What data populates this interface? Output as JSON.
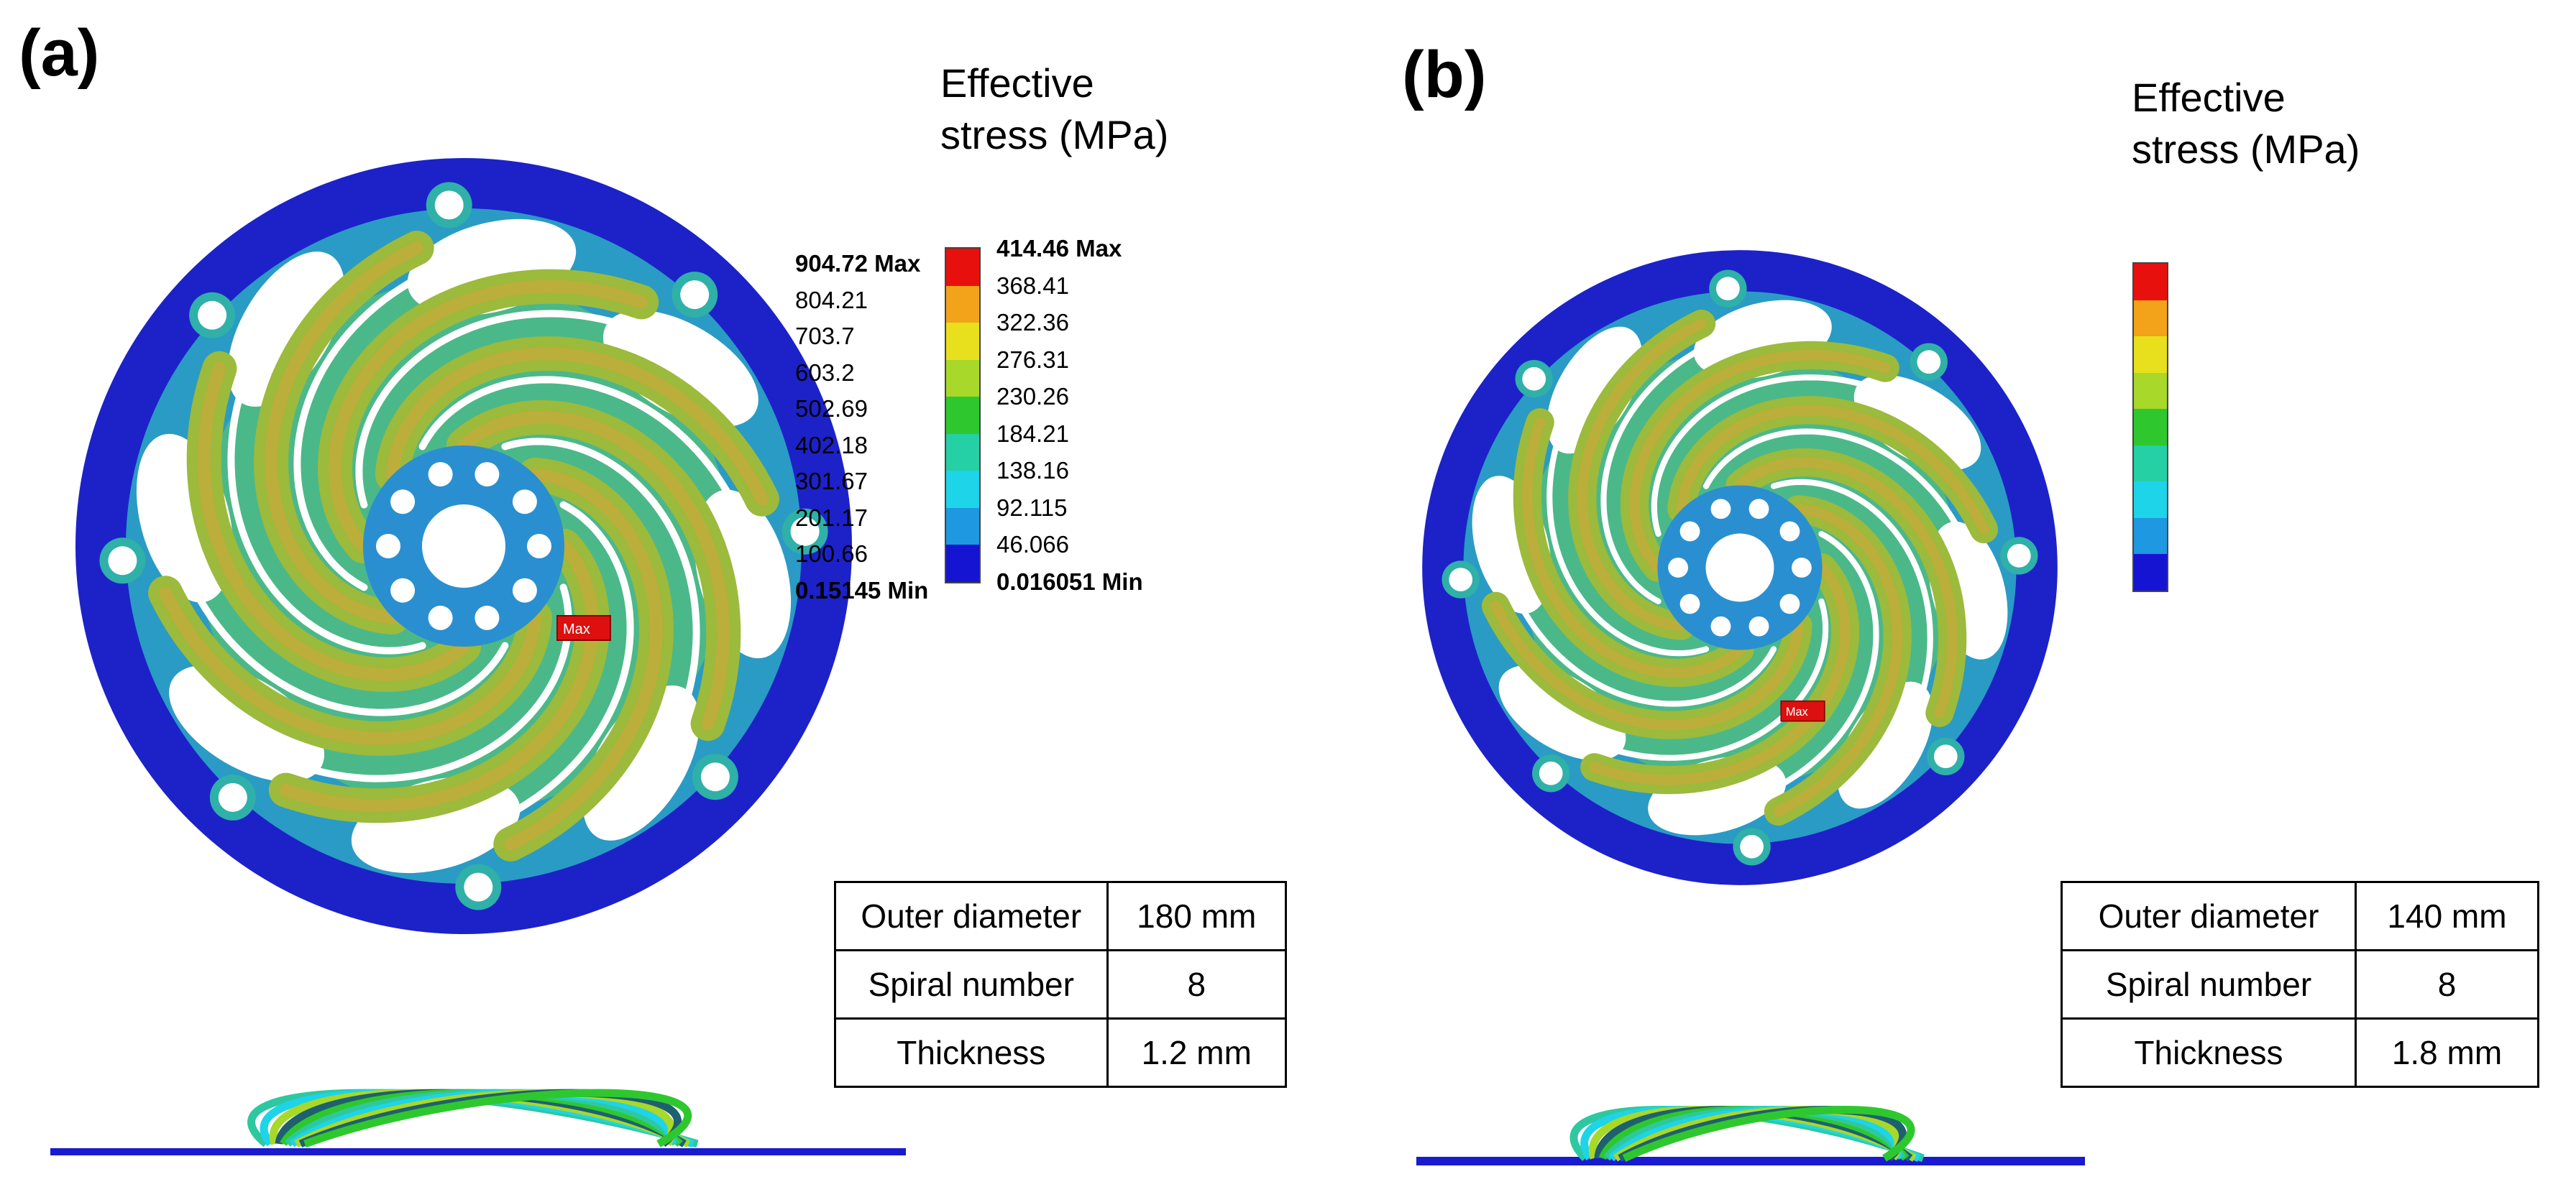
{
  "panels": [
    {
      "label": "(a)",
      "legend": {
        "title_line1": "Effective",
        "title_line2": "stress (MPa)",
        "max_label": "414.46 Max",
        "values": [
          "368.41",
          "322.36",
          "276.31",
          "230.26",
          "184.21",
          "138.16",
          "92.115",
          "46.066"
        ],
        "min_label": "0.016051 Min",
        "colors": [
          "#e8100c",
          "#f2a31a",
          "#e8e01c",
          "#a8d82a",
          "#2ec82e",
          "#24d0a4",
          "#1ed4e8",
          "#1e98e0",
          "#1414d2"
        ]
      },
      "max_marker": "Max",
      "params": [
        {
          "name": "Outer diameter",
          "value": "180 mm"
        },
        {
          "name": "Spiral number",
          "value": "8"
        },
        {
          "name": "Thickness",
          "value": "1.2 mm"
        }
      ]
    },
    {
      "label": "(b)",
      "legend": {
        "title_line1": "Effective",
        "title_line2": "stress (MPa)",
        "max_label": "904.72 Max",
        "values": [
          "804.21",
          "703.7",
          "603.2",
          "502.69",
          "402.18",
          "301.67",
          "201.17",
          "100.66"
        ],
        "min_label": "0.15145 Min",
        "colors": [
          "#e8100c",
          "#f2a31a",
          "#e8e01c",
          "#a8d82a",
          "#2ec82e",
          "#24d0a4",
          "#1ed4e8",
          "#1e98e0",
          "#1414d2"
        ]
      },
      "max_marker": "Max",
      "params": [
        {
          "name": "Outer diameter",
          "value": "140 mm"
        },
        {
          "name": "Spiral number",
          "value": "8"
        },
        {
          "name": "Thickness",
          "value": "1.8 mm"
        }
      ]
    }
  ]
}
